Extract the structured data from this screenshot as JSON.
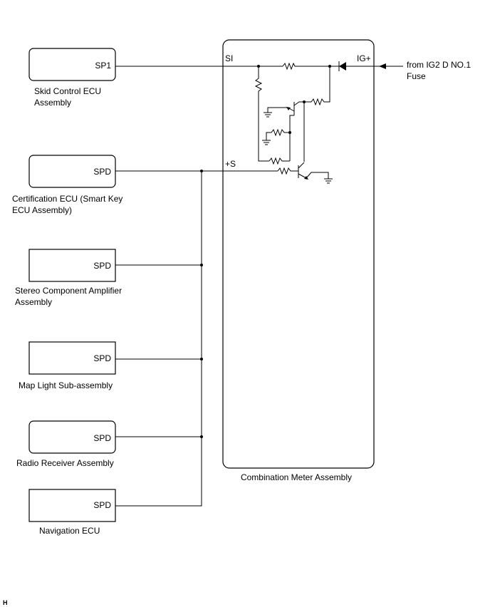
{
  "components": {
    "skid": {
      "pin": "SP1",
      "name1": "Skid Control ECU",
      "name2": "Assembly"
    },
    "cert": {
      "pin": "SPD",
      "name1": "Certification ECU (Smart Key",
      "name2": "ECU Assembly)"
    },
    "stereo": {
      "pin": "SPD",
      "name1": "Stereo Component Amplifier",
      "name2": "Assembly"
    },
    "maplight": {
      "pin": "SPD",
      "name1": "Map Light Sub-assembly"
    },
    "radio": {
      "pin": "SPD",
      "name1": "Radio Receiver Assembly"
    },
    "nav": {
      "pin": "SPD",
      "name1": "Navigation ECU"
    }
  },
  "meter": {
    "name": "Combination Meter Assembly",
    "pin_si": "SI",
    "pin_s": "+S",
    "pin_ig": "IG+"
  },
  "source": {
    "line1": "from IG2 D NO.1",
    "line2": "Fuse"
  },
  "corner_mark": "H",
  "colors": {
    "line": "#000000",
    "background": "#ffffff"
  }
}
